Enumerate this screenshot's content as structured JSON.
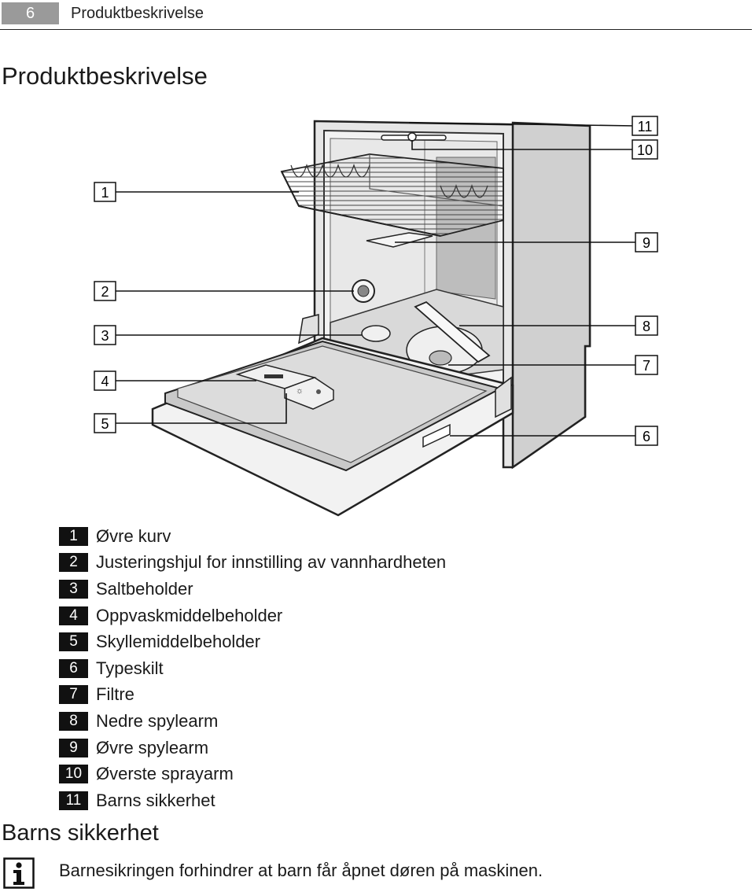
{
  "header": {
    "page_number": "6",
    "running_title": "Produktbeskrivelse"
  },
  "page_title": "Produktbeskrivelse",
  "figure": {
    "callouts": [
      "1",
      "2",
      "3",
      "4",
      "5",
      "6",
      "7",
      "8",
      "9",
      "10",
      "11"
    ],
    "control_symbol": "☼"
  },
  "legend": [
    {
      "num": "1",
      "label": "Øvre kurv"
    },
    {
      "num": "2",
      "label": "Justeringshjul for innstilling av vannhardheten"
    },
    {
      "num": "3",
      "label": "Saltbeholder"
    },
    {
      "num": "4",
      "label": "Oppvaskmiddelbeholder"
    },
    {
      "num": "5",
      "label": "Skyllemiddelbeholder"
    },
    {
      "num": "6",
      "label": "Typeskilt"
    },
    {
      "num": "7",
      "label": "Filtre"
    },
    {
      "num": "8",
      "label": "Nedre spylearm"
    },
    {
      "num": "9",
      "label": "Øvre spylearm"
    },
    {
      "num": "10",
      "label": "Øverste sprayarm"
    },
    {
      "num": "11",
      "label": "Barns sikkerhet"
    }
  ],
  "section": {
    "title": "Barns sikkerhet",
    "icon": "info-icon",
    "text": "Barnesikringen forhindrer at barn får åpnet døren på maskinen."
  }
}
